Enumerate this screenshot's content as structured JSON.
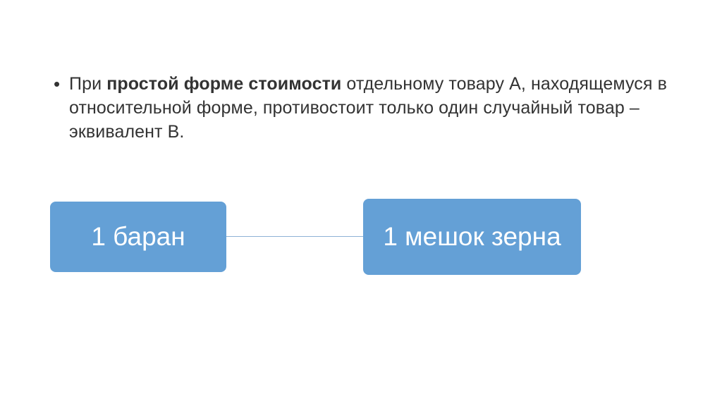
{
  "bullet": {
    "prefix": "При ",
    "bold": "простой форме стоимости",
    "suffix": " отдельному товару А, находящемуся в относительной форме, противостоит только один случайный товар – эквивалент В."
  },
  "diagram": {
    "left_box": "1 баран",
    "right_box": "1 мешок зерна",
    "colors": {
      "box_fill": "#64a0d6",
      "box_text": "#ffffff",
      "connector": "#8fb2d6"
    }
  }
}
